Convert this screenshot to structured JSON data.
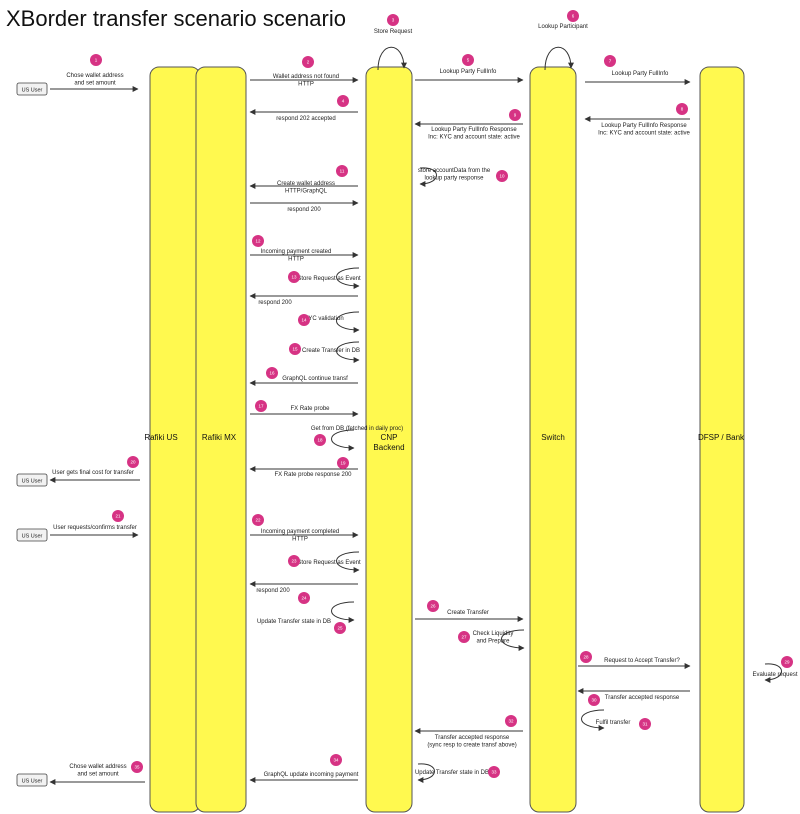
{
  "title": "XBorder transfer scenario scenario",
  "colors": {
    "lane_fill": "#FFF94F",
    "lane_stroke": "#555555",
    "badge": "#D63384",
    "arrow": "#333333",
    "user_fill": "#F2F2F2"
  },
  "lanes": [
    {
      "id": "us",
      "label": "Rafiki US"
    },
    {
      "id": "mx",
      "label": "Rafiki MX"
    },
    {
      "id": "cnp",
      "label": "CNP Backend"
    },
    {
      "id": "switch",
      "label": "Switch"
    },
    {
      "id": "dfsp",
      "label": "DFSP / Bank"
    }
  ],
  "actors": [
    {
      "label": "US User"
    },
    {
      "label": "US User"
    },
    {
      "label": "US User"
    },
    {
      "label": "US User"
    }
  ],
  "steps": [
    {
      "num": "1",
      "lines": [
        "Chose wallet address",
        "and set amount"
      ]
    },
    {
      "num": "2",
      "lines": [
        "Wallet address not found",
        "HTTP"
      ]
    },
    {
      "num": "3",
      "lines": [
        "Store Request"
      ]
    },
    {
      "num": "4",
      "lines": [
        "respond 202 accepted"
      ]
    },
    {
      "num": "5",
      "lines": [
        "Lookup Party FullInfo"
      ]
    },
    {
      "num": "6",
      "lines": [
        "Lookup Participant"
      ]
    },
    {
      "num": "7",
      "lines": [
        "Lookup Party FullInfo"
      ]
    },
    {
      "num": "8",
      "lines": [
        "Lookup Party FullInfo Response",
        "Inc: KYC and account state: active"
      ]
    },
    {
      "num": "9",
      "lines": [
        "Lookup Party FullInfo Response",
        "Inc: KYC and account state: active"
      ]
    },
    {
      "num": "10",
      "lines": [
        "store accountData from the",
        "lookup party  response"
      ]
    },
    {
      "num": "11",
      "lines": [
        "Create wallet address",
        "HTTP/GraphQL"
      ]
    },
    {
      "num": "",
      "lines": [
        "respond 200"
      ]
    },
    {
      "num": "12",
      "lines": [
        "Incoming payment created",
        "HTTP"
      ]
    },
    {
      "num": "13",
      "lines": [
        "Store Request as Event"
      ]
    },
    {
      "num": "",
      "lines": [
        "respond 200"
      ]
    },
    {
      "num": "14",
      "lines": [
        "KYC validation"
      ]
    },
    {
      "num": "15",
      "lines": [
        "Create Transfer in DB"
      ]
    },
    {
      "num": "16",
      "lines": [
        "GraphQL continue transf"
      ]
    },
    {
      "num": "17",
      "lines": [
        "FX Rate probe"
      ]
    },
    {
      "num": "18",
      "lines": [
        "Get from DB (fetched in daily proc)"
      ]
    },
    {
      "num": "19",
      "lines": [
        "FX Rate probe response 200"
      ]
    },
    {
      "num": "20",
      "lines": [
        "User gets final cost for transfer"
      ]
    },
    {
      "num": "21",
      "lines": [
        "User requests/confirms transfer"
      ]
    },
    {
      "num": "22",
      "lines": [
        "Incoming payment completed",
        "HTTP"
      ]
    },
    {
      "num": "23",
      "lines": [
        "Store Request as Event"
      ]
    },
    {
      "num": "",
      "lines": [
        "respond 200"
      ]
    },
    {
      "num": "24",
      "lines": []
    },
    {
      "num": "25",
      "lines": [
        "Update Transfer state in DB"
      ]
    },
    {
      "num": "26",
      "lines": [
        "Create Transfer"
      ]
    },
    {
      "num": "27",
      "lines": [
        "Check Liquidity",
        "and Prepare"
      ]
    },
    {
      "num": "28",
      "lines": [
        "Request to Accept Transfer?"
      ]
    },
    {
      "num": "29",
      "lines": [
        "Evaluate request"
      ]
    },
    {
      "num": "30",
      "lines": [
        "Transfer accepted response"
      ]
    },
    {
      "num": "31",
      "lines": [
        "Fulfil transfer"
      ]
    },
    {
      "num": "32",
      "lines": [
        "Transfer accepted response",
        "(sync resp to create transf above)"
      ]
    },
    {
      "num": "33",
      "lines": [
        "Update Transfer state in DB"
      ]
    },
    {
      "num": "34",
      "lines": [
        "GraphQL update incoming payment"
      ]
    },
    {
      "num": "35",
      "lines": [
        "Chose wallet address",
        "and set amount"
      ]
    }
  ]
}
